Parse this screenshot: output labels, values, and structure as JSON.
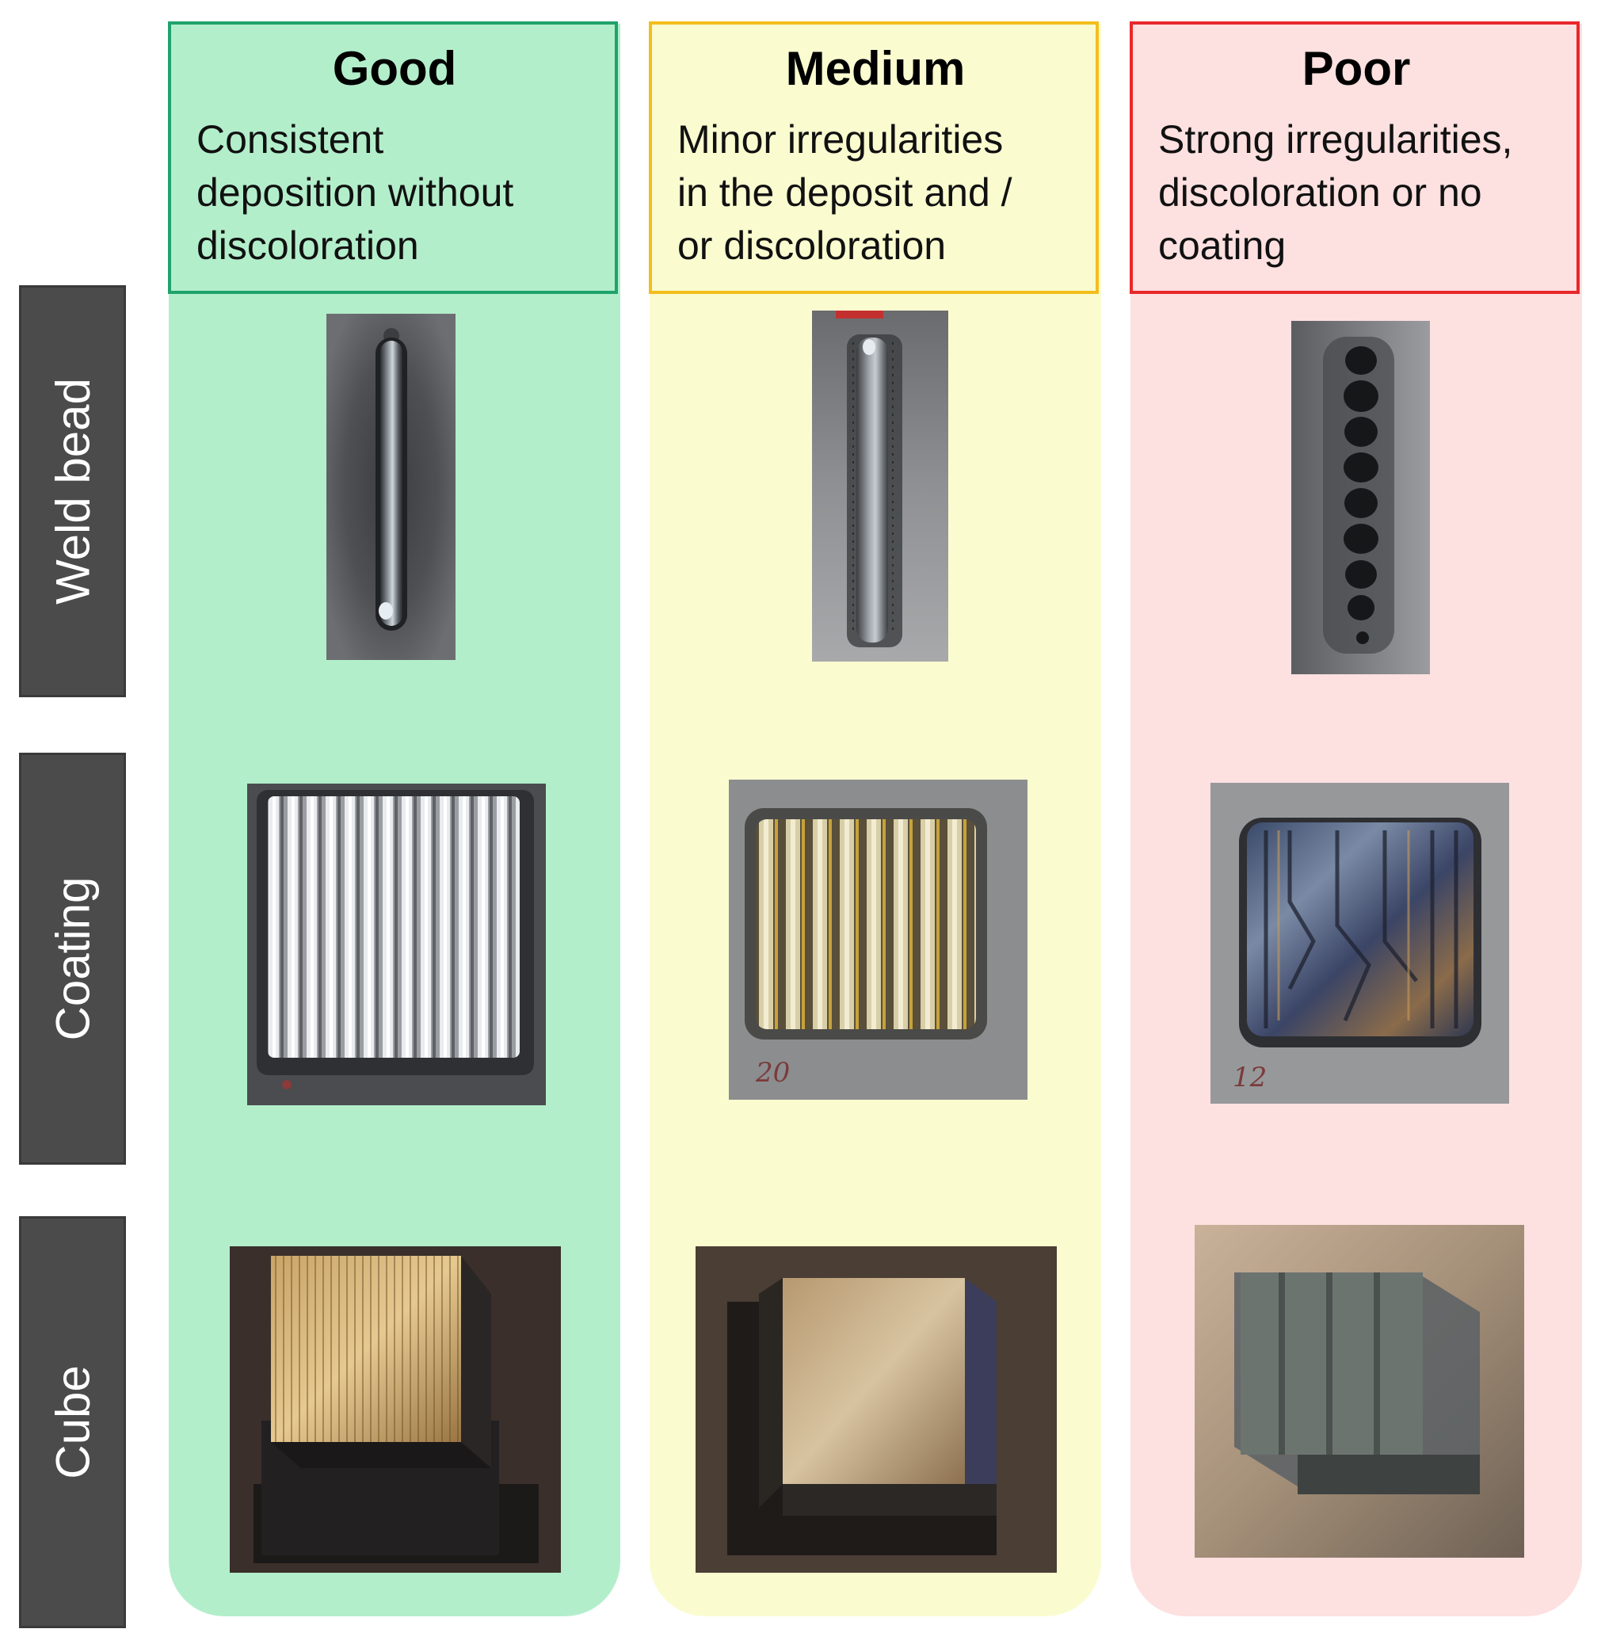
{
  "columns": [
    {
      "id": "good",
      "title": "Good",
      "description_lines": [
        "Consistent",
        "deposition without",
        "discoloration"
      ],
      "border_color": "#1fa36d",
      "background_color": "#b3eecb"
    },
    {
      "id": "medium",
      "title": "Medium",
      "description_lines": [
        "Minor irregularities",
        "in the deposit and /",
        "or discoloration"
      ],
      "border_color": "#f3bd1c",
      "background_color": "#fafcd0"
    },
    {
      "id": "poor",
      "title": "Poor",
      "description_lines": [
        "Strong irregularities,",
        "discoloration or no",
        "coating"
      ],
      "border_color": "#e8282b",
      "background_color": "#fde0e0"
    }
  ],
  "rows": [
    {
      "id": "weld",
      "label": "Weld bead"
    },
    {
      "id": "coating",
      "label": "Coating"
    },
    {
      "id": "cube",
      "label": "Cube"
    }
  ],
  "sample_numbers": {
    "coating_medium": "20",
    "coating_poor": "12"
  },
  "label_color": "#4b4b4b"
}
